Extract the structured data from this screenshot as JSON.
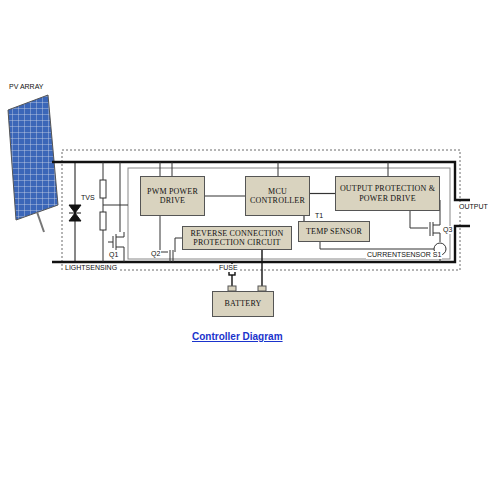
{
  "diagram": {
    "caption": "Controller Diagram",
    "nodes": [
      {
        "text": [
          "PWM POWER DRIVE"
        ]
      },
      {
        "text": [
          "MCU CONTROLLER"
        ]
      },
      {
        "text": [
          "OUTPUT PROTECTION & POWER DRIVE"
        ]
      },
      {
        "text": [
          "REVERSE CONNECTION PROTECTION CIRCUIT"
        ]
      },
      {
        "text": [
          "TEMP SENSOR"
        ]
      },
      {
        "text": [
          "BATTERY"
        ]
      }
    ],
    "edges": [
      {
        "from": 0,
        "to": 1,
        "arrow": "none"
      },
      {
        "from": 1,
        "to": 2,
        "arrow": "none"
      },
      {
        "from": 1,
        "to": 4,
        "arrow": "none"
      }
    ],
    "labels": [
      "PV ARRAY",
      "TVS",
      "Q1",
      "Q2",
      "LIGHTSENSING",
      "FUSE",
      "T1",
      "Q3",
      "CURRENTSENSOR S1",
      "OUTPUT"
    ]
  }
}
